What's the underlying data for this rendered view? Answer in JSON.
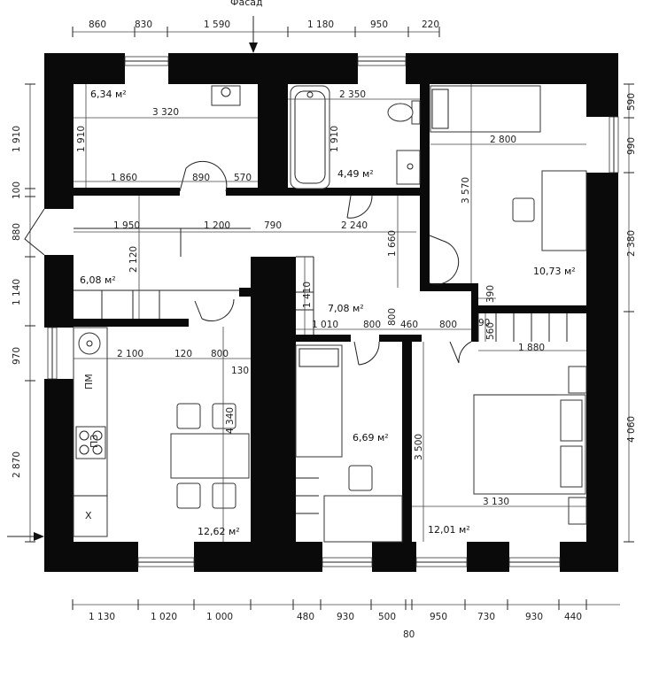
{
  "header": {
    "title_fragment": "Фасад"
  },
  "rooms": [
    {
      "id": "r1",
      "area": "6,34 м²"
    },
    {
      "id": "r2",
      "area": "4,49 м²"
    },
    {
      "id": "r3",
      "area": "10,73 м²"
    },
    {
      "id": "r4",
      "area": "6,08 м²"
    },
    {
      "id": "r5",
      "area": "7,08 м²"
    },
    {
      "id": "r6",
      "area": "12,62 м²"
    },
    {
      "id": "r7",
      "area": "6,69 м²"
    },
    {
      "id": "r8",
      "area": "12,01 м²"
    }
  ],
  "appliances": {
    "dishwasher": "ПМ",
    "stove": "ПЗ",
    "fridge": "Х"
  },
  "dims_top": [
    "860",
    "830",
    "1 590",
    "1 180",
    "950",
    "220"
  ],
  "dims_bottom": [
    "1 130",
    "1 020",
    "1 000",
    "480",
    "930",
    "500",
    "950",
    "730",
    "930",
    "440",
    "80"
  ],
  "dims_left": [
    "1 910",
    "100",
    "880",
    "1 140",
    "970",
    "2 870"
  ],
  "dims_right": [
    "590",
    "990",
    "2 380",
    "4 060"
  ],
  "dims_inner": [
    "3 320",
    "1 910",
    "1 860",
    "890",
    "570",
    "2 350",
    "1 910",
    "2 800",
    "3 570",
    "1 950",
    "1 200",
    "790",
    "2 240",
    "2 120",
    "1 660",
    "1 410",
    "390",
    "90",
    "560",
    "1 880",
    "1 010",
    "800",
    "800",
    "460",
    "800",
    "2 100",
    "120",
    "800",
    "130",
    "4 340",
    "3 500",
    "3 130"
  ]
}
